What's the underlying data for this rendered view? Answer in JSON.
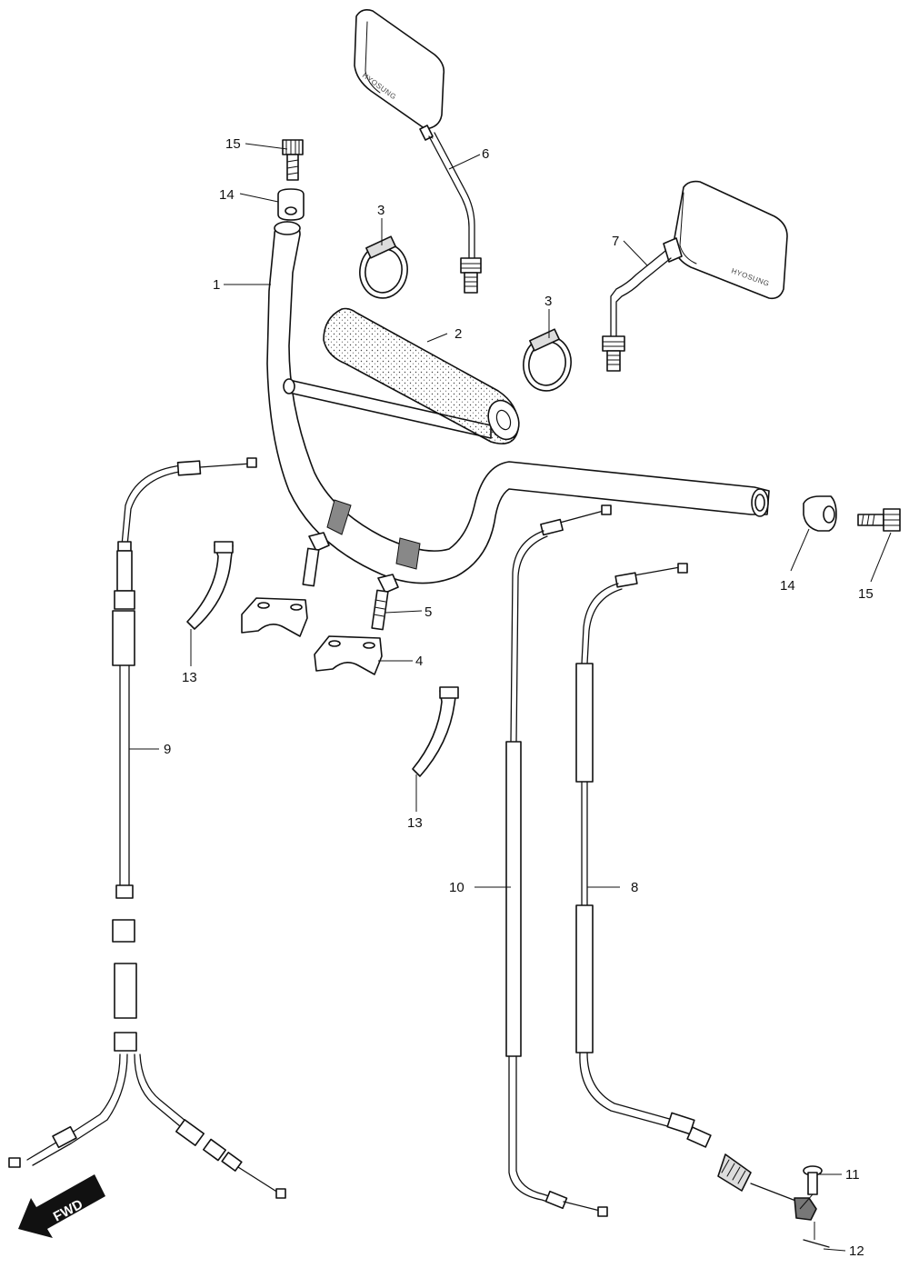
{
  "diagram": {
    "labels": {
      "l1": "1",
      "l2": "2",
      "l3a": "3",
      "l3b": "3",
      "l4": "4",
      "l5": "5",
      "l6": "6",
      "l7": "7",
      "l8": "8",
      "l9": "9",
      "l10": "10",
      "l11": "11",
      "l12": "12",
      "l13a": "13",
      "l13b": "13",
      "l14a": "14",
      "l14b": "14",
      "l15a": "15",
      "l15b": "15"
    },
    "direction_arrow": "FWD",
    "mirror_brand": "HYOSUNG"
  }
}
